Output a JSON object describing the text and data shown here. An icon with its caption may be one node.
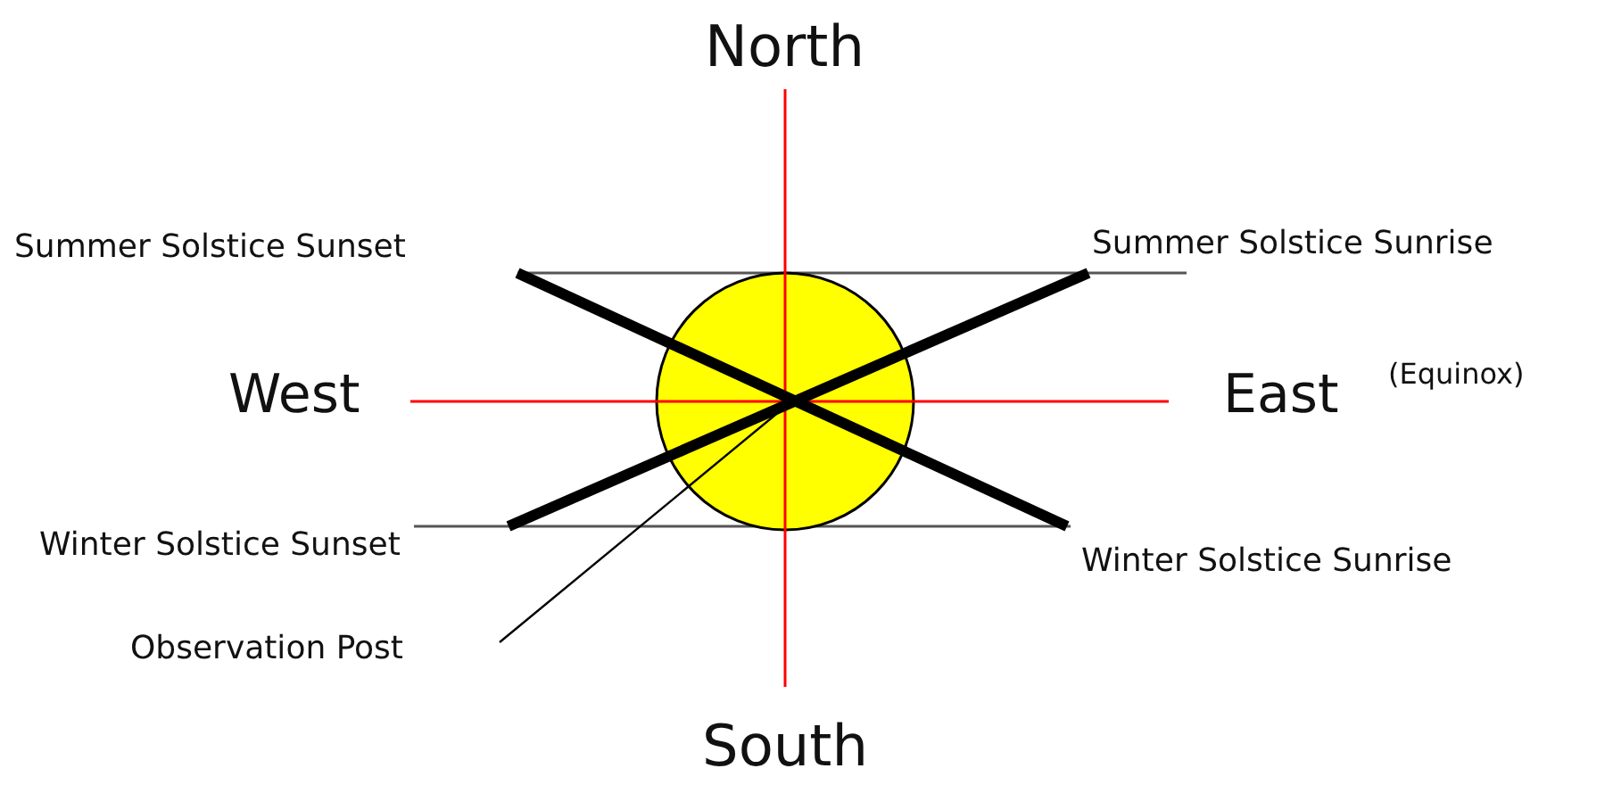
{
  "diagram": {
    "nodes": [
      {
        "text": [
          "Observation Post"
        ]
      },
      {
        "text": [],
        "shape": "circle"
      }
    ],
    "edges": [
      {
        "from": 0,
        "to": 1,
        "arrow": "none"
      }
    ],
    "labels": [
      "North",
      "Summer Solstice Sunset",
      "Summer Solstice Sunrise",
      "West",
      "East",
      "(Equinox)",
      "Winter Solstice Sunset",
      "Winter Solstice Sunrise",
      "South"
    ]
  }
}
